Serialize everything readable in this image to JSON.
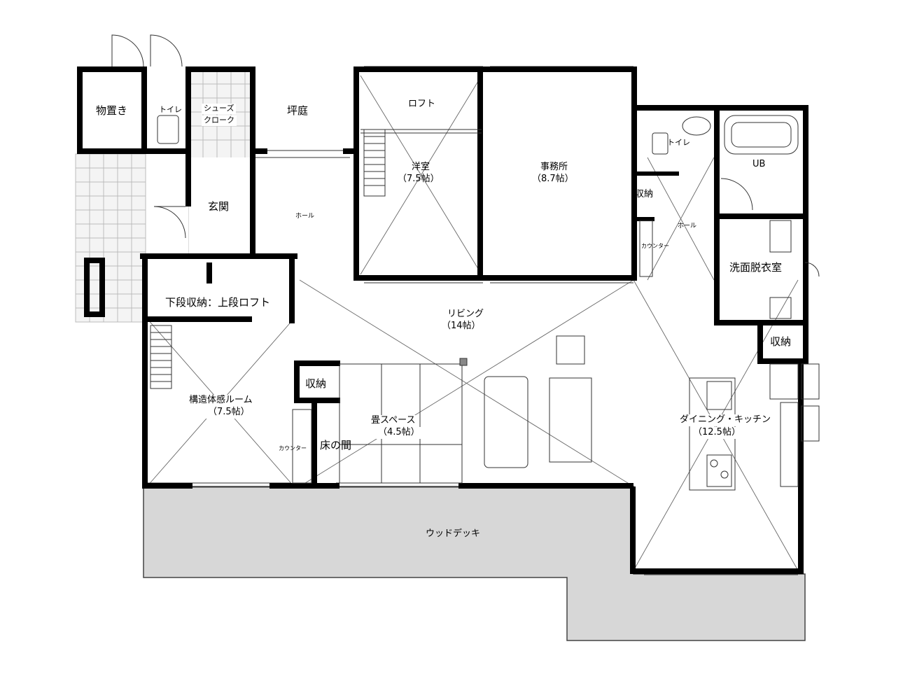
{
  "rooms": {
    "monooki": "物置き",
    "toilet_left": "トイレ",
    "shoes_1": "シューズ",
    "shoes_2": "クローク",
    "tsuboniwa": "坪庭",
    "genkan": "玄関",
    "hall_left": "ホール",
    "loft": "ロフト",
    "youshitsu": "洋室",
    "youshitsu_size": "（7.5帖）",
    "jimusho": "事務所",
    "jimusho_size": "（8.7帖）",
    "toilet_right": "トイレ",
    "shuno_right_top": "収納",
    "hall_right": "ホール",
    "counter_right": "カウンター",
    "ub": "UB",
    "senmen": "洗面脱衣室",
    "shuno_right_mid": "収納",
    "gedan": "下段収納：上段ロフト",
    "living": "リビング",
    "living_size": "（14帖）",
    "kouzou": "構造体感ルーム",
    "kouzou_size": "（7.5帖）",
    "shuno_center": "収納",
    "tatami": "畳スペース",
    "tatami_size": "（4.5帖）",
    "tokonoma": "床の間",
    "counter_left": "カウンター",
    "dining": "ダイニング・キッチン",
    "dining_size": "（12.5帖）",
    "wooddeck": "ウッドデッキ"
  }
}
